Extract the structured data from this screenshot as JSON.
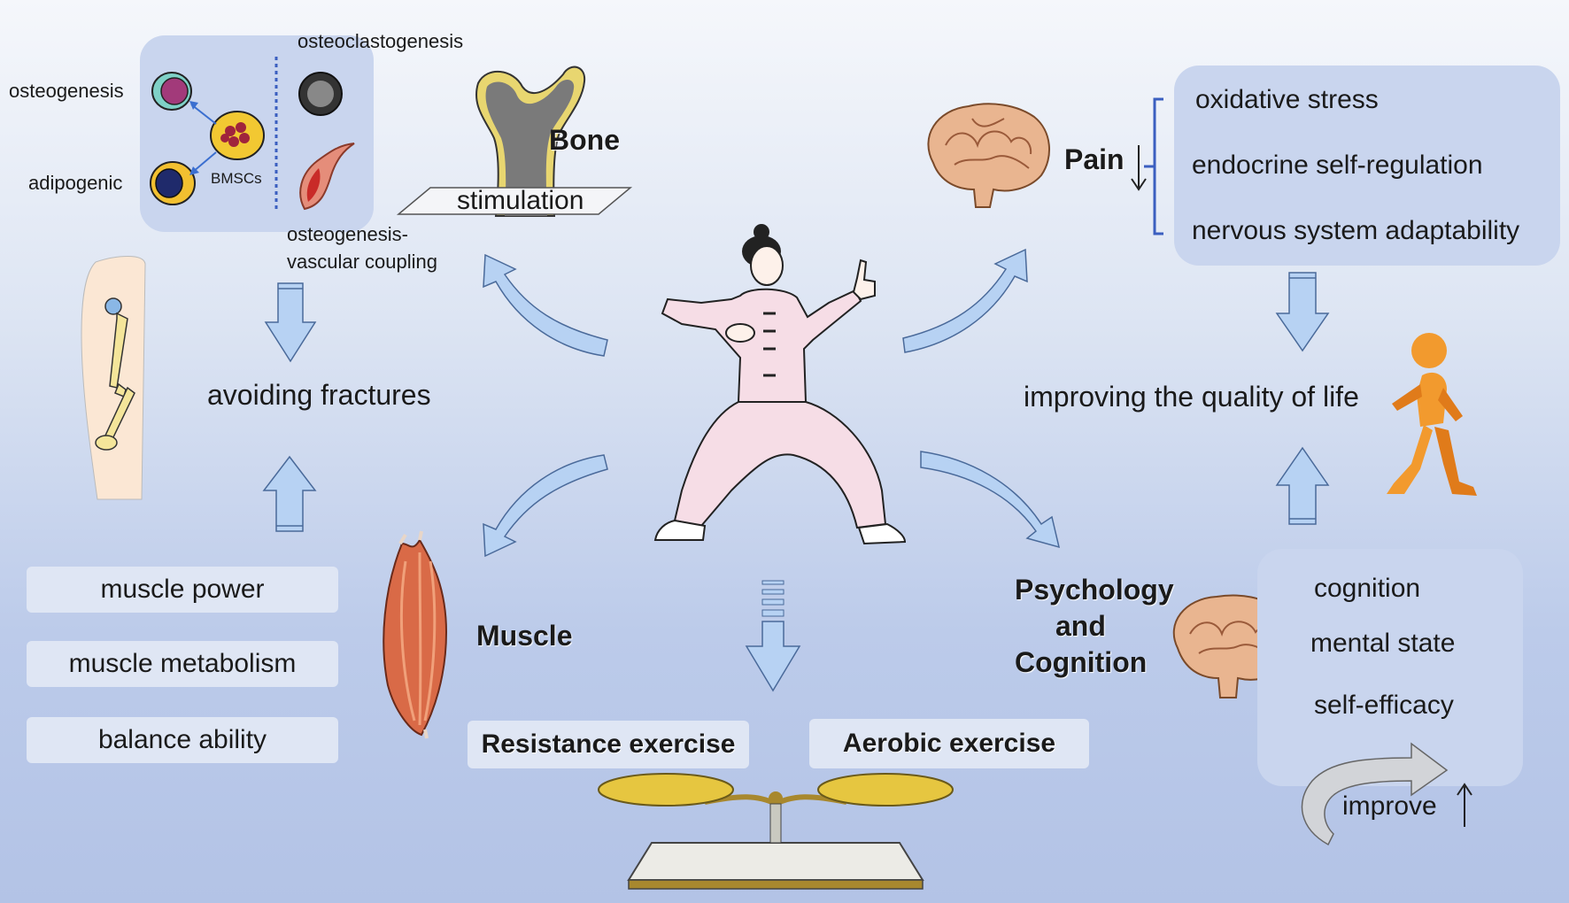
{
  "bone": {
    "panel_labels": {
      "osteogenesis": "osteogenesis",
      "adipogenic": "adipogenic",
      "bmscs": "BMSCs",
      "osteoclastogenesis": "osteoclastogenesis",
      "coupling_line1": "osteogenesis-",
      "coupling_line2": "vascular coupling"
    },
    "title": "Bone",
    "stimulation": "stimulation"
  },
  "fracture": {
    "label": "avoiding fractures"
  },
  "muscle": {
    "title": "Muscle",
    "items": [
      "muscle power",
      "muscle metabolism",
      "balance ability"
    ]
  },
  "pain": {
    "title": "Pain",
    "items": [
      "oxidative stress",
      "endocrine self-regulation",
      "nervous system adaptability"
    ]
  },
  "quality": {
    "label": "improving the quality of life"
  },
  "psychology": {
    "title_lines": [
      "Psychology",
      "and",
      "Cognition"
    ],
    "items": [
      "cognition",
      "mental state",
      "self-efficacy"
    ],
    "improve": "improve"
  },
  "exercise": {
    "resistance": "Resistance exercise",
    "aerobic": "Aerobic exercise"
  },
  "colors": {
    "panel": "#c9d5ee",
    "box": "#dfe6f4",
    "arrow_fill": "#b7d2f3",
    "arrow_stroke": "#4a6a9a",
    "bracket": "#3b5fc0",
    "figure_suit": "#f6dde6",
    "bone_gray": "#7a7a7a",
    "brain": "#e9b590",
    "muscle_red": "#d96a47",
    "walker_orange": "#f29a2e",
    "scale_gold": "#e6c640"
  }
}
